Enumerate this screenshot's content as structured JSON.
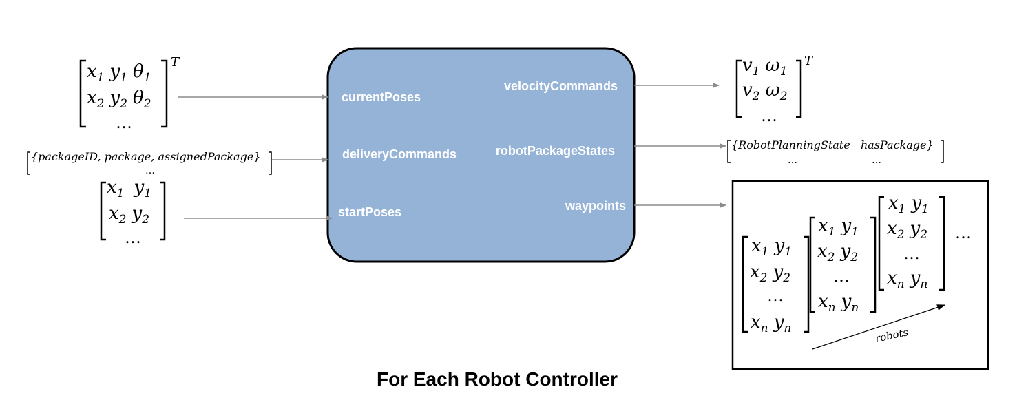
{
  "block": {
    "color": "#95b3d7",
    "inputs": {
      "current_poses": "currentPoses",
      "delivery_commands": "deliveryCommands",
      "start_poses": "startPoses"
    },
    "outputs": {
      "velocity_commands": "velocityCommands",
      "robot_package_states": "robotPackageStates",
      "waypoints": "waypoints"
    }
  },
  "current_poses_matrix": {
    "row1": {
      "x": "x",
      "xs": "1",
      "y": "y",
      "ys": "1",
      "t": "θ",
      "ts": "1"
    },
    "row2": {
      "x": "x",
      "xs": "2",
      "y": "y",
      "ys": "2",
      "t": "θ",
      "ts": "2"
    },
    "dots": "…",
    "transpose": "T"
  },
  "delivery_commands_matrix": {
    "content": "{packageID, package, assignedPackage}",
    "dots": "…"
  },
  "start_poses_matrix": {
    "row1": {
      "x": "x",
      "xs": "1",
      "y": "y",
      "ys": "1"
    },
    "row2": {
      "x": "x",
      "xs": "2",
      "y": "y",
      "ys": "2"
    },
    "dots": "…"
  },
  "velocity_commands_matrix": {
    "row1": {
      "v": "v",
      "vs": "1",
      "w": "ω",
      "ws": "1"
    },
    "row2": {
      "v": "v",
      "vs": "2",
      "w": "ω",
      "ws": "2"
    },
    "dots": "…",
    "transpose": "T"
  },
  "robot_package_states_matrix": {
    "content": "{RobotPlanningState   hasPackage}",
    "dots1": "…",
    "dots2": "…"
  },
  "waypoints_panel": {
    "matrix_rows": {
      "r1": {
        "x": "x",
        "xs": "1",
        "y": "y",
        "ys": "1"
      },
      "r2": {
        "x": "x",
        "xs": "2",
        "y": "y",
        "ys": "2"
      },
      "dots": "…",
      "rn": {
        "x": "x",
        "xs": "n",
        "y": "y",
        "ys": "n"
      }
    },
    "trailing_dots": "…",
    "axis_label": "robots"
  },
  "caption": "For Each Robot Controller"
}
